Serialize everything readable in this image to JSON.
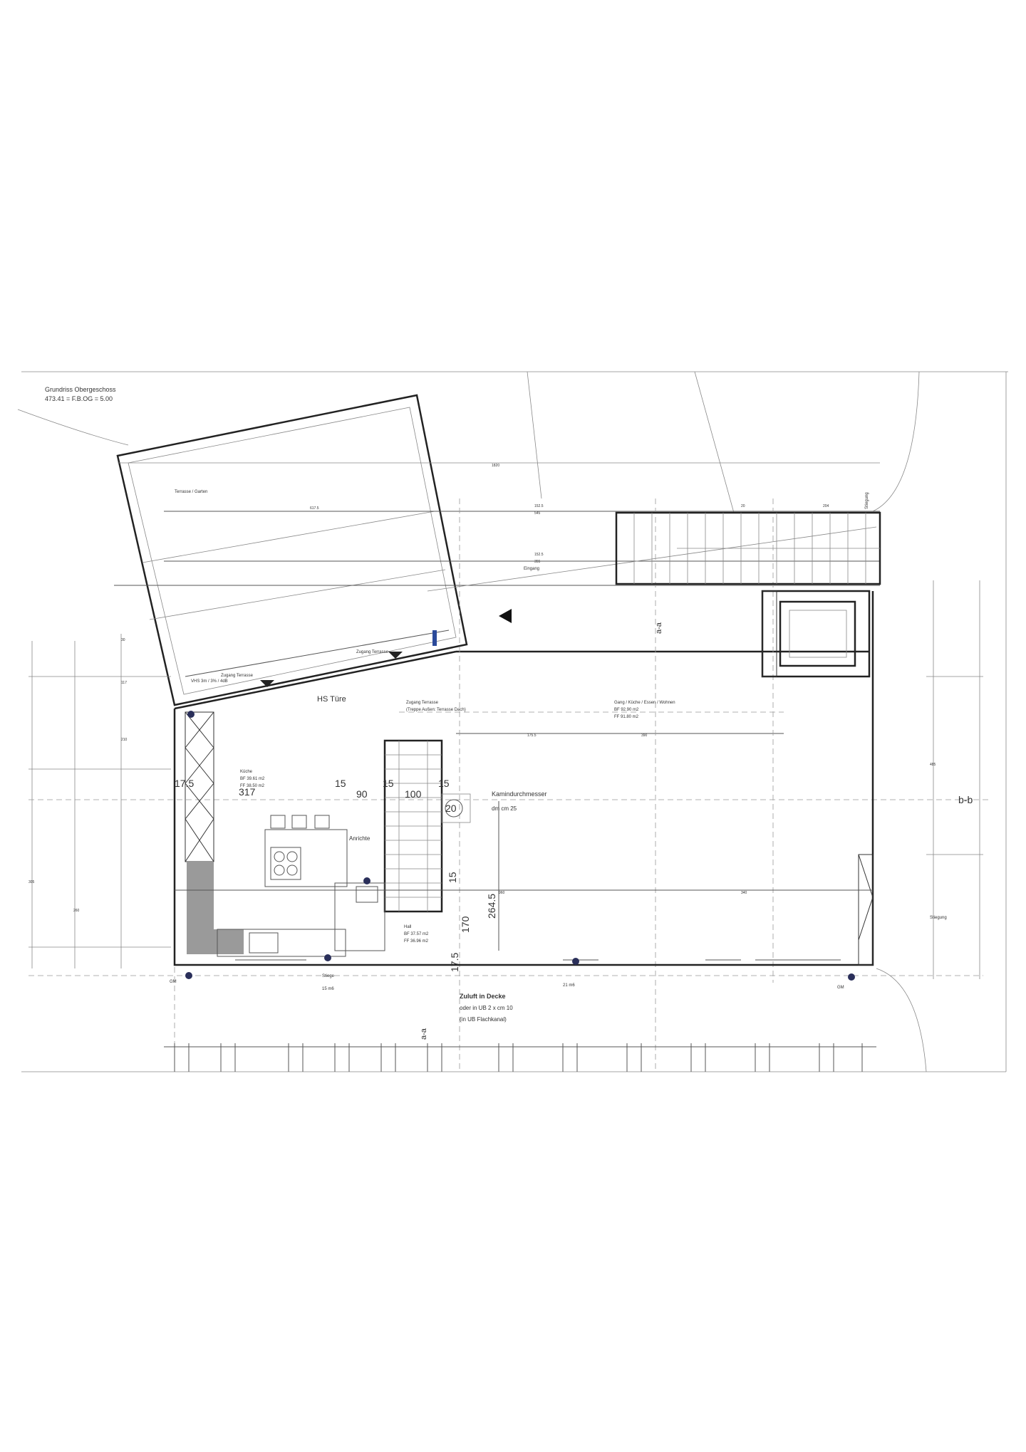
{
  "title": {
    "line1": "Grundriss Obergeschoss",
    "line2": "473.41 = F.B.OG = 5.00"
  },
  "rooms": {
    "terrasse": "Terrasse / Garten",
    "eingang": "Eingang",
    "eingang_terrasse1": "Zugang Terrasse",
    "eingang_terrasse2": "Zugang Terrasse",
    "hs_tuere": "HS Türe",
    "zugang_terrasse_top": "Zugang Terrasse",
    "zugang_terrasse_sub": "(Treppe Außen: Terrasse Dach)",
    "gang": "Gang / Küche / Essen / Wohnen",
    "gang_bf": "BF 92.90 m2",
    "gang_ff": "FF 91.80 m2",
    "kueche": "Küche",
    "kueche_bf": "BF 39.61 m2",
    "kueche_ff": "FF 38.50 m2",
    "anrichte": "Anrichte",
    "hall": "Hall",
    "hall_bf": "BF 37.57 m2",
    "hall_ff": "FF 36.96 m2",
    "stiege": "Stiege",
    "stiege_sub": "15 m6",
    "bottom_room_sub": "21 m6",
    "dim_note": "VHS 3m / 3% / 4dB",
    "kamin1": "Kamindurchmesser",
    "kamin2": "dm cm 25",
    "zuluft1": "Zuluft in Decke",
    "zuluft2": "oder in UB 2 x cm 10",
    "zuluft3": "(in UB Flachkanal)",
    "section_bb": "b-b",
    "section_aa_top": "a-a",
    "section_aa_bottom": "a-a",
    "gm_left": "GM",
    "gm_right": "GM",
    "stiegung": "Stiegung",
    "stiegung_right": "Stiegung"
  },
  "dimensions": {
    "d175": "17.5",
    "d317": "317",
    "d15a": "15",
    "d90": "90",
    "d15b": "15",
    "d100": "100",
    "d15c": "15",
    "d20": "20",
    "d15d": "15",
    "d2645": "264.5",
    "d170": "170",
    "d175b": "17.5",
    "top_total": "1820",
    "top_3": "617.5",
    "top_1525": "152.5",
    "top_545": "545",
    "top_sm1": "20",
    "top_sm2": "204",
    "mid_1525": "152.5",
    "mid_355": "355",
    "mid_bottom": "960",
    "gang_left": "175.5",
    "gang_right": "390",
    "left_1": "305",
    "left_2": "260",
    "row_37": "30",
    "row_2": "117",
    "row_3": "210",
    "row_4": "340",
    "row_5": "485"
  },
  "colors": {
    "wall": "#222222",
    "marker": "#2a2f5a",
    "blue_mark": "#2b4a9a",
    "floor_tile": "#9a9a9a"
  }
}
